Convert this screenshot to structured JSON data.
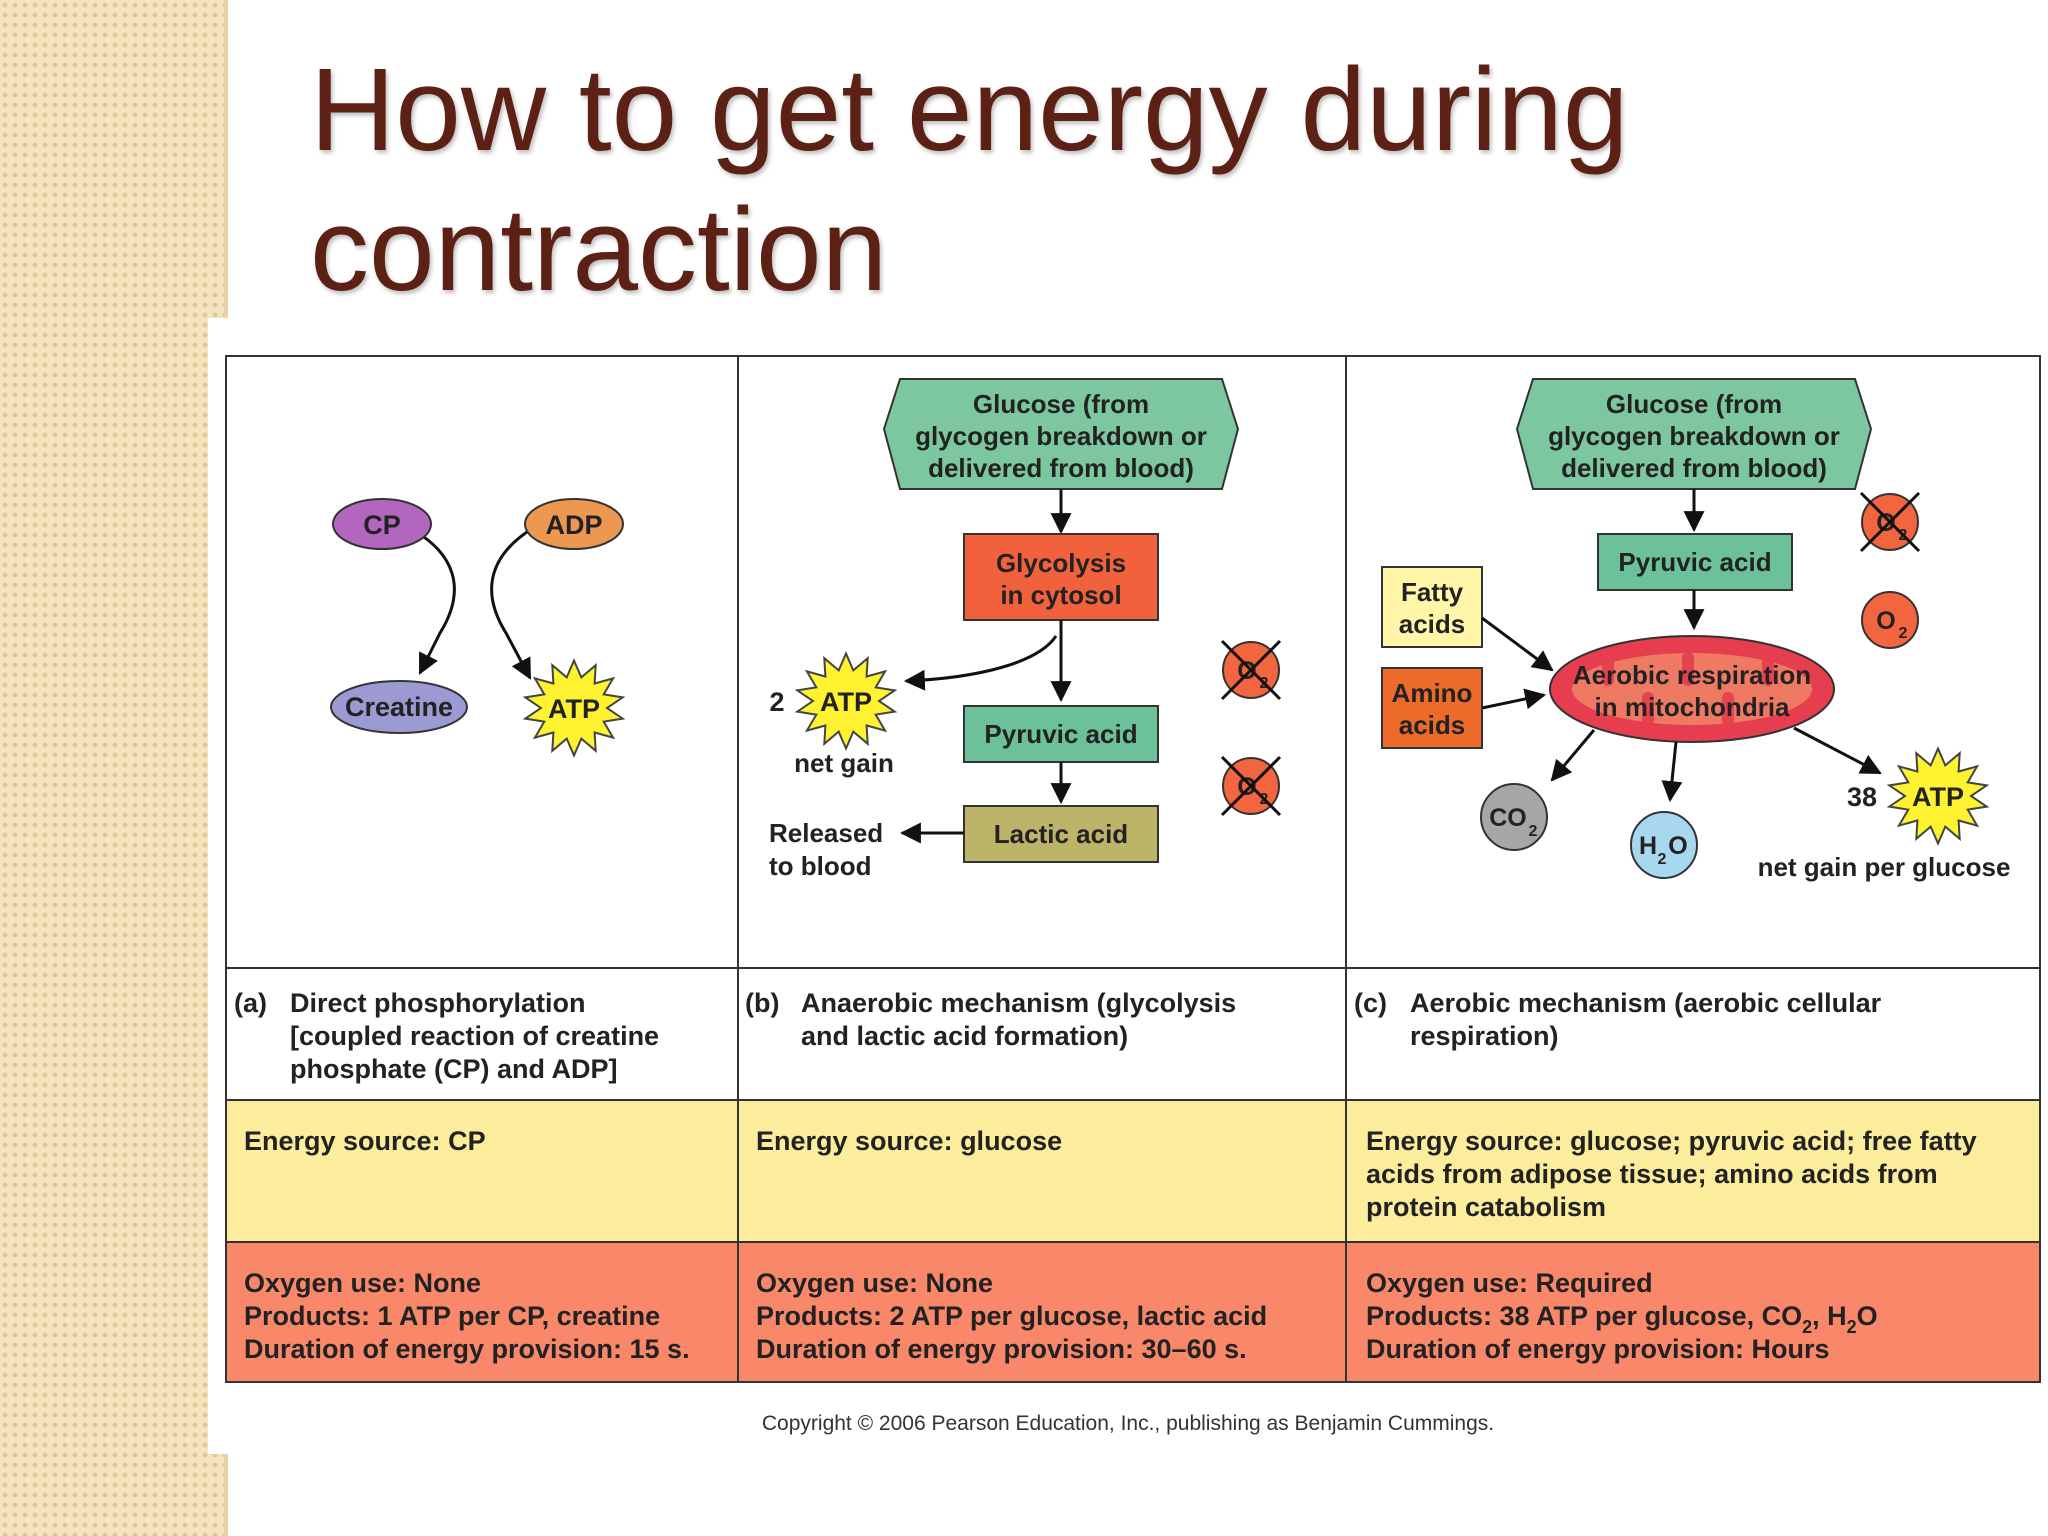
{
  "title": {
    "line1": "How to get energy during",
    "line2": "contraction"
  },
  "panel_a": {
    "cp": "CP",
    "adp": "ADP",
    "creatine": "Creatine",
    "atp": "ATP",
    "caption_label": "(a)",
    "caption": [
      "Direct phosphorylation",
      "[coupled reaction of creatine",
      "phosphate (CP) and ADP]"
    ],
    "energy_source": "Energy source: CP",
    "oxygen_use": "Oxygen use: None",
    "products": "Products: 1 ATP per CP, creatine",
    "duration": "Duration of energy provision: 15 s."
  },
  "panel_b": {
    "glucose": [
      "Glucose (from",
      "glycogen breakdown or",
      "delivered from blood)"
    ],
    "glycolysis": [
      "Glycolysis",
      "in cytosol"
    ],
    "atp_count": "2",
    "atp": "ATP",
    "net_gain": "net gain",
    "pyruvic": "Pyruvic acid",
    "lactic": "Lactic acid",
    "released": [
      "Released",
      "to blood"
    ],
    "o2": "O",
    "o2_sub": "2",
    "caption_label": "(b)",
    "caption": [
      "Anaerobic mechanism (glycolysis",
      "and lactic acid formation)"
    ],
    "energy_source": "Energy source: glucose",
    "oxygen_use": "Oxygen use: None",
    "products": "Products: 2 ATP per glucose, lactic acid",
    "duration": "Duration of energy provision: 30–60 s."
  },
  "panel_c": {
    "glucose": [
      "Glucose (from",
      "glycogen breakdown or",
      "delivered from blood)"
    ],
    "pyruvic": "Pyruvic acid",
    "fatty": [
      "Fatty",
      "acids"
    ],
    "amino": [
      "Amino",
      "acids"
    ],
    "aerobic": [
      "Aerobic respiration",
      "in mitochondria"
    ],
    "o2": "O",
    "o2_sub": "2",
    "co2": "CO",
    "co2_sub": "2",
    "h2o_h": "H",
    "h2o_sub": "2",
    "h2o_o": "O",
    "atp_count": "38",
    "atp": "ATP",
    "net_gain": "net gain per glucose",
    "caption_label": "(c)",
    "caption": [
      "Aerobic mechanism (aerobic cellular",
      "respiration)"
    ],
    "energy_source": [
      "Energy source: glucose; pyruvic acid; free fatty",
      "acids from adipose tissue; amino acids from",
      "protein catabolism"
    ],
    "oxygen_use": "Oxygen use: Required",
    "products_pre": "Products: 38 ATP per glucose, CO",
    "products_sub1": "2",
    "products_mid": ", H",
    "products_sub2": "2",
    "products_post": "O",
    "duration": "Duration of energy provision: Hours"
  },
  "copyright": "Copyright © 2006 Pearson Education, Inc., publishing as Benjamin Cummings.",
  "colors": {
    "title": "#5c2014",
    "cp": "#b266c0",
    "adp": "#ec9850",
    "creatine": "#9c9ad2",
    "atp_burst": "#fff230",
    "glucose": "#7cc6a0",
    "glycolysis": "#f0613c",
    "pyruvic": "#6cc09a",
    "lactic": "#bcb468",
    "fatty": "#fff6a8",
    "amino": "#ec6a2a",
    "mito": "#e63e4e",
    "o2": "#f2653e",
    "co2": "#a6a6a6",
    "h2o": "#a8d8f0",
    "energy_band": "#fbed9c",
    "oxygen_band": "#f9876a"
  }
}
